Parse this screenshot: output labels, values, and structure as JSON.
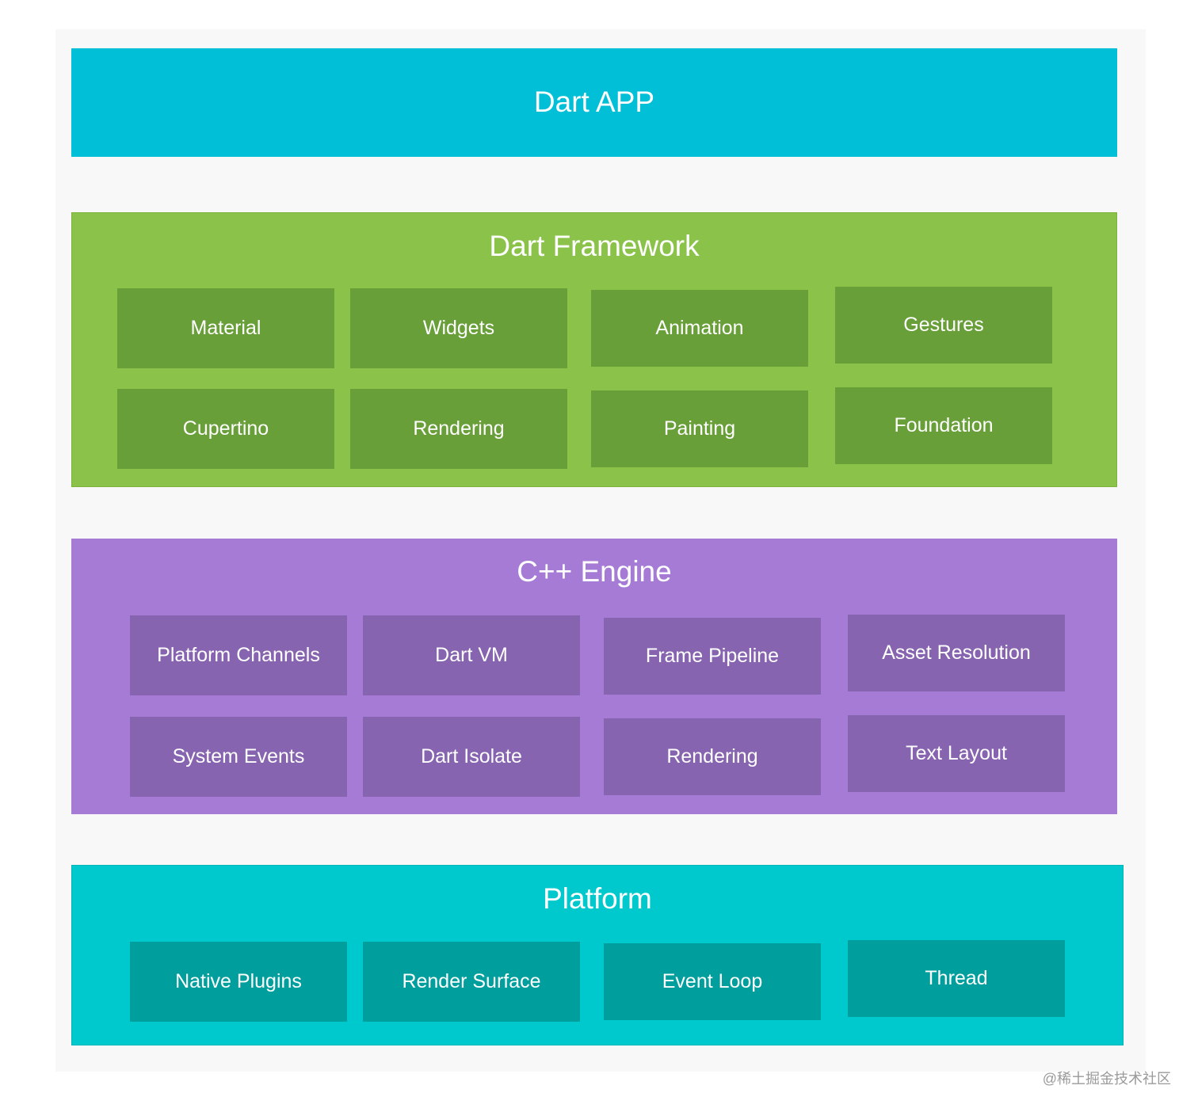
{
  "layers": {
    "app": {
      "title": "Dart APP",
      "color": "#00bfd6"
    },
    "framework": {
      "title": "Dart Framework",
      "color": "#8bc34a",
      "block_color": "#689f38",
      "blocks": [
        "Material",
        "Widgets",
        "Animation",
        "Gestures",
        "Cupertino",
        "Rendering",
        "Painting",
        "Foundation"
      ]
    },
    "engine": {
      "title": "C++ Engine",
      "color": "#a67bd6",
      "block_color": "#8764b0",
      "blocks": [
        "Platform Channels",
        "Dart VM",
        "Frame Pipeline",
        "Asset Resolution",
        "System Events",
        "Dart Isolate",
        "Rendering",
        "Text Layout"
      ]
    },
    "platform": {
      "title": "Platform",
      "color": "#00c9cd",
      "block_color": "#009f9e",
      "blocks": [
        "Native Plugins",
        "Render Surface",
        "Event Loop",
        "Thread"
      ]
    }
  },
  "watermark": "@稀土掘金技术社区"
}
